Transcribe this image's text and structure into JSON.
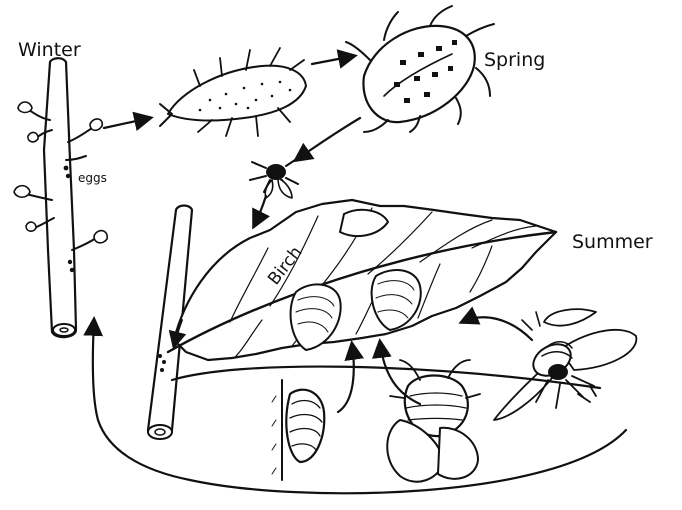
{
  "labels": {
    "winter": "Winter",
    "spring": "Spring",
    "summer": "Summer",
    "eggs": "eggs",
    "birch": "Birch"
  },
  "colors": {
    "ink": "#111111",
    "paper": "#ffffff"
  },
  "icons": [
    "twig-icon",
    "larva-icon",
    "nymph-icon",
    "adult-insect-icon",
    "birch-leaf-icon",
    "cocoon-icon",
    "winged-insect-icon"
  ]
}
